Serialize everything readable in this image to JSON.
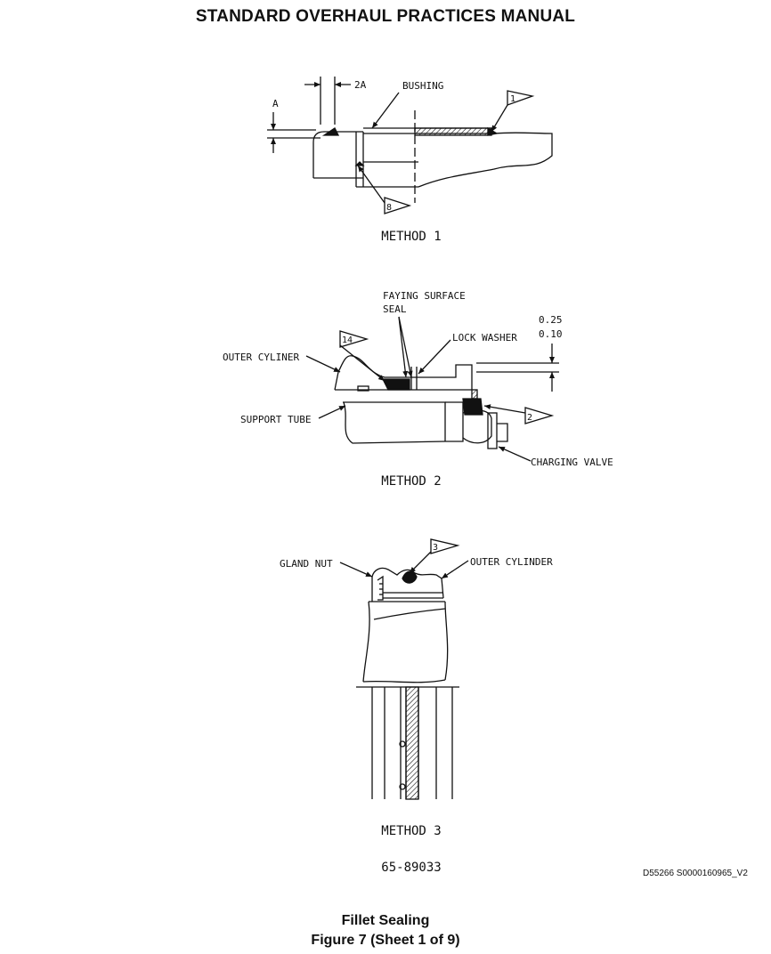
{
  "header": {
    "title": "STANDARD OVERHAUL PRACTICES MANUAL"
  },
  "method1": {
    "title": "METHOD 1",
    "dim_a": "A",
    "dim_2a": "2A",
    "bushing_label": "BUSHING",
    "flag_1": "1",
    "flag_8": "8"
  },
  "method2": {
    "title": "METHOD 2",
    "faying_line1": "FAYING SURFACE",
    "faying_line2": "SEAL",
    "lock_washer_label": "LOCK WASHER",
    "dim_025": "0.25",
    "dim_010": "0.10",
    "outer_cyliner_label": "OUTER CYLINER",
    "support_tube_label": "SUPPORT TUBE",
    "charging_valve_label": "CHARGING VALVE",
    "flag_14": "14",
    "flag_2": "2"
  },
  "method3": {
    "title": "METHOD 3",
    "gland_nut_label": "GLAND NUT",
    "outer_cylinder_label": "OUTER CYLINDER",
    "flag_3": "3"
  },
  "drawing_number": "65-89033",
  "reference_code": "D55266 S0000160965_V2",
  "caption": {
    "line1": "Fillet Sealing",
    "line2": "Figure 7  (Sheet 1 of 9)"
  }
}
